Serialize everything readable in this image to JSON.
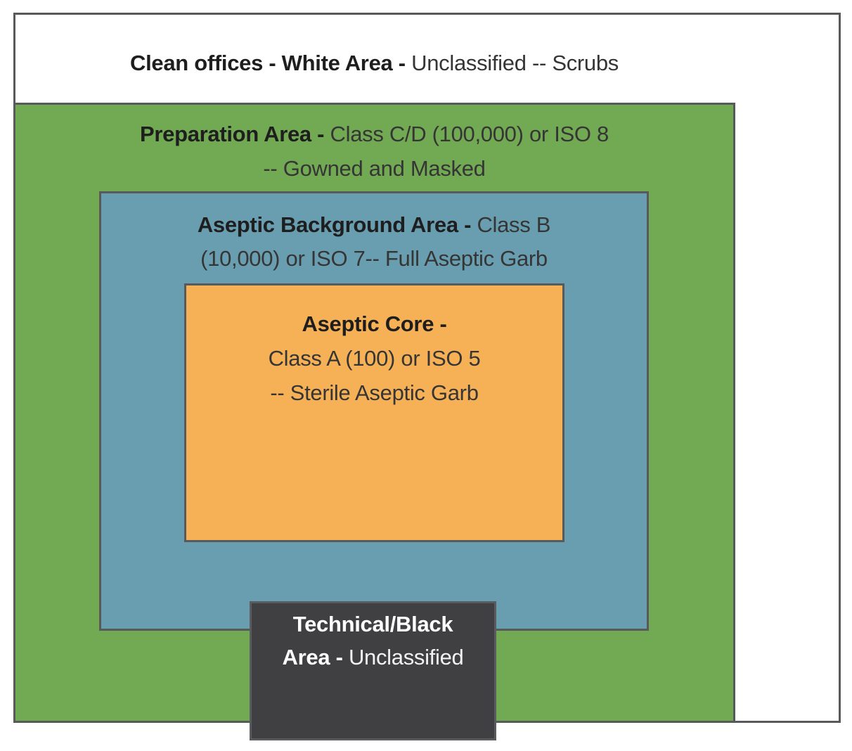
{
  "diagram": {
    "clean_offices": {
      "bold": "Clean offices - White Area -",
      "regular": "Unclassified -- Scrubs"
    },
    "preparation": {
      "bold": "Preparation Area -",
      "regular": "Class C/D (100,000) or ISO 8",
      "line2": "-- Gowned and Masked"
    },
    "aseptic_background": {
      "bold": "Aseptic Background Area -",
      "regular": "Class B",
      "line2": "(10,000) or ISO 7-- Full Aseptic Garb"
    },
    "aseptic_core": {
      "bold": "Aseptic Core -",
      "line2": "Class A (100) or ISO 5",
      "line3": "-- Sterile Aseptic Garb"
    },
    "technical": {
      "line1_bold": "Technical/Black",
      "line2_bold": "Area -",
      "line2_regular": "Unclassified"
    }
  },
  "colors": {
    "preparation_green": "#72A953",
    "background_blue": "#689EB0",
    "core_orange": "#F6B157",
    "technical_dark": "#404043",
    "border_gray": "#58595B",
    "outer_white": "#FFFFFF"
  }
}
